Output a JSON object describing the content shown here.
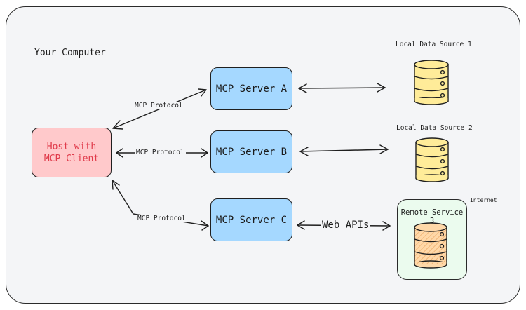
{
  "frame": {
    "title": "Your Computer"
  },
  "host": {
    "line1": "Host with",
    "line2": "MCP Client"
  },
  "servers": [
    {
      "label": "MCP Server A"
    },
    {
      "label": "MCP Server B"
    },
    {
      "label": "MCP Server C"
    }
  ],
  "protocol_labels": [
    "MCP Protocol",
    "MCP Protocol",
    "MCP Protocol"
  ],
  "data_sources": [
    {
      "label": "Local Data Source 1"
    },
    {
      "label": "Local Data Source 2"
    }
  ],
  "remote": {
    "label": "Remote Service 3",
    "internet": "Internet"
  },
  "web_apis": "Web APIs",
  "colors": {
    "host_fill": "#ffc9cb",
    "host_text": "#e03a4a",
    "server_fill": "#a5d8ff",
    "db_fill": "#ffec99",
    "remote_fill": "#ebfbee",
    "remote_db_fill": "#ffd8a8"
  }
}
